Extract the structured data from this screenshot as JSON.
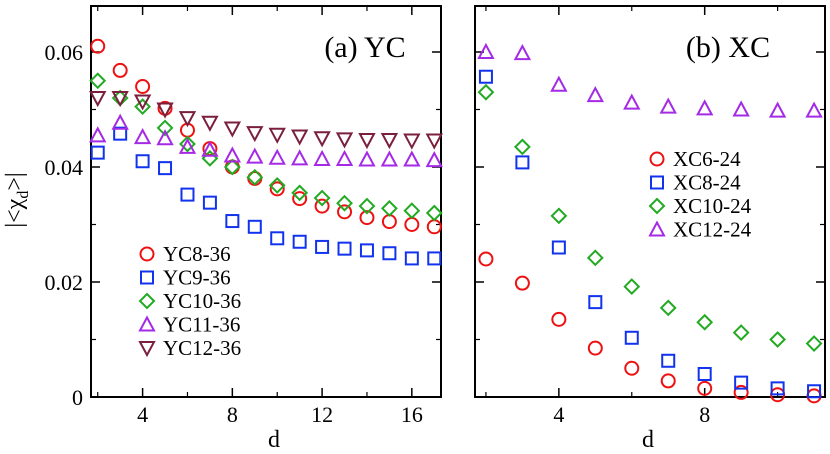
{
  "chart_data": [
    {
      "type": "scatter",
      "panel_label": "(a) YC",
      "xlabel": "d",
      "ylabel": "|<χ_d>|",
      "xlim": [
        1.7,
        17.3
      ],
      "ylim": [
        0,
        0.068
      ],
      "x_ticks": [
        4,
        8,
        12,
        16
      ],
      "x_tick_labels": [
        "4",
        "8",
        "12",
        "16"
      ],
      "y_ticks": [
        0,
        0.02,
        0.04,
        0.06
      ],
      "y_tick_labels": [
        "0",
        "0.02",
        "0.04",
        "0.06"
      ],
      "legend_position": "bottom-left",
      "series": [
        {
          "name": "YC8-36",
          "marker": "circle",
          "color": "#ee1111",
          "x": [
            2,
            3,
            4,
            5,
            6,
            7,
            8,
            9,
            10,
            11,
            12,
            13,
            14,
            15,
            16,
            17
          ],
          "y": [
            0.061,
            0.0568,
            0.054,
            0.0502,
            0.0464,
            0.0432,
            0.04,
            0.038,
            0.0362,
            0.0345,
            0.0332,
            0.0322,
            0.0312,
            0.0305,
            0.03,
            0.0296
          ]
        },
        {
          "name": "YC9-36",
          "marker": "square",
          "color": "#1133ee",
          "x": [
            2,
            3,
            4,
            5,
            6,
            7,
            8,
            9,
            10,
            11,
            12,
            13,
            14,
            15,
            16,
            17
          ],
          "y": [
            0.0425,
            0.0458,
            0.041,
            0.0398,
            0.0352,
            0.0338,
            0.0306,
            0.0296,
            0.0276,
            0.027,
            0.0261,
            0.0258,
            0.0255,
            0.025,
            0.0241,
            0.0241
          ]
        },
        {
          "name": "YC10-36",
          "marker": "diamond",
          "color": "#22aa22",
          "x": [
            2,
            3,
            4,
            5,
            6,
            7,
            8,
            9,
            10,
            11,
            12,
            13,
            14,
            15,
            16,
            17
          ],
          "y": [
            0.055,
            0.052,
            0.0505,
            0.0468,
            0.044,
            0.0415,
            0.04,
            0.0382,
            0.0368,
            0.0355,
            0.0346,
            0.0337,
            0.0332,
            0.0328,
            0.0324,
            0.032
          ]
        },
        {
          "name": "YC11-36",
          "marker": "triangle-up",
          "color": "#a52ae6",
          "x": [
            2,
            3,
            4,
            5,
            6,
            7,
            8,
            9,
            10,
            11,
            12,
            13,
            14,
            15,
            16,
            17
          ],
          "y": [
            0.0455,
            0.0477,
            0.0452,
            0.045,
            0.0435,
            0.043,
            0.042,
            0.0418,
            0.0416,
            0.0415,
            0.0414,
            0.0414,
            0.0413,
            0.0413,
            0.0413,
            0.0412
          ]
        },
        {
          "name": "YC12-36",
          "marker": "triangle-down",
          "color": "#7a1f3d",
          "x": [
            2,
            3,
            4,
            5,
            6,
            7,
            8,
            9,
            10,
            11,
            12,
            13,
            14,
            15,
            16,
            17
          ],
          "y": [
            0.052,
            0.052,
            0.0514,
            0.05,
            0.0485,
            0.0477,
            0.0467,
            0.0459,
            0.0456,
            0.0453,
            0.045,
            0.0448,
            0.0447,
            0.0447,
            0.0446,
            0.0446
          ]
        }
      ]
    },
    {
      "type": "scatter",
      "panel_label": "(b) XC",
      "xlabel": "d",
      "xlim": [
        1.7,
        11.3
      ],
      "ylim": [
        0,
        0.068
      ],
      "x_ticks": [
        4,
        8
      ],
      "x_tick_labels": [
        "4",
        "8"
      ],
      "y_ticks": [
        0,
        0.02,
        0.04,
        0.06
      ],
      "legend_position": "top-right",
      "series": [
        {
          "name": "XC6-24",
          "marker": "circle",
          "color": "#ee1111",
          "x": [
            2,
            3,
            4,
            5,
            6,
            7,
            8,
            9,
            10,
            11
          ],
          "y": [
            0.024,
            0.0198,
            0.0135,
            0.0085,
            0.005,
            0.0028,
            0.0015,
            0.0008,
            0.0004,
            0.0002
          ]
        },
        {
          "name": "XC8-24",
          "marker": "square",
          "color": "#1133ee",
          "x": [
            2,
            3,
            4,
            5,
            6,
            7,
            8,
            9,
            10,
            11
          ],
          "y": [
            0.0557,
            0.0408,
            0.026,
            0.0165,
            0.0103,
            0.0063,
            0.004,
            0.0025,
            0.0015,
            0.001
          ]
        },
        {
          "name": "XC10-24",
          "marker": "diamond",
          "color": "#22aa22",
          "x": [
            2,
            3,
            4,
            5,
            6,
            7,
            8,
            9,
            10,
            11
          ],
          "y": [
            0.053,
            0.0435,
            0.0315,
            0.0242,
            0.0192,
            0.0155,
            0.013,
            0.0112,
            0.01,
            0.0093
          ]
        },
        {
          "name": "XC12-24",
          "marker": "triangle-up",
          "color": "#a52ae6",
          "x": [
            2,
            3,
            4,
            5,
            6,
            7,
            8,
            9,
            10,
            11
          ],
          "y": [
            0.06,
            0.0598,
            0.0543,
            0.0525,
            0.0512,
            0.0505,
            0.0502,
            0.05,
            0.0498,
            0.0498
          ]
        }
      ]
    }
  ]
}
